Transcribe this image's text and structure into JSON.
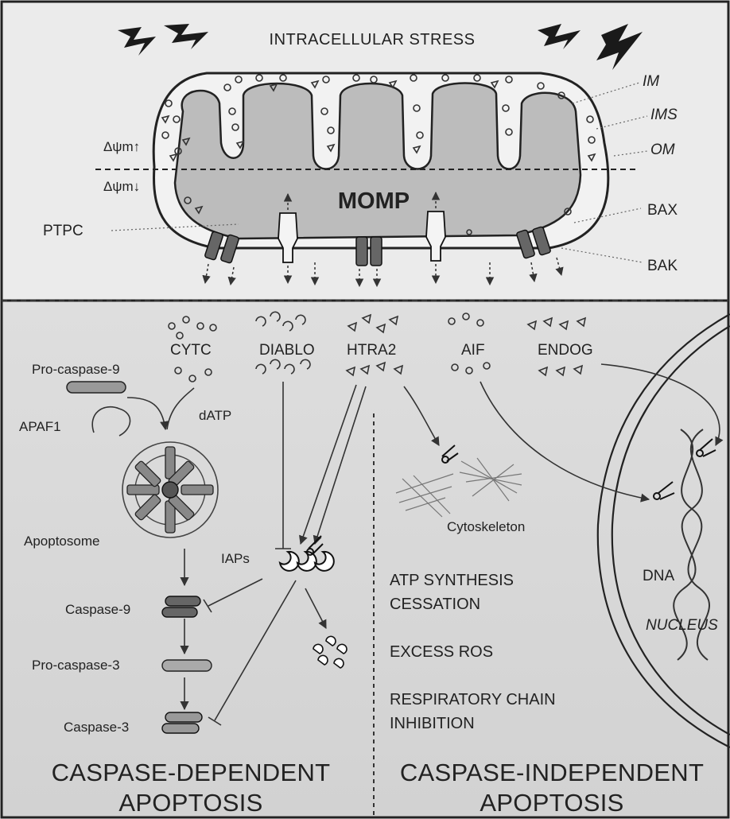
{
  "header": {
    "title": "INTRACELLULAR STRESS"
  },
  "mitochondrion": {
    "membrane_labels": [
      "IM",
      "IMS",
      "OM"
    ],
    "delta_psi_high": "Δψm↑",
    "delta_psi_low": "Δψm↓",
    "momp_label": "MOMP",
    "pore_labels": {
      "ptpc": "PTPC",
      "bax": "BAX",
      "bak": "BAK"
    }
  },
  "released_factors": [
    "CYTC",
    "DIABLO",
    "HTRA2",
    "AIF",
    "ENDOG"
  ],
  "caspase_dependent": {
    "procaspase9": "Pro-caspase-9",
    "apaf1": "APAF1",
    "datp": "dATP",
    "apoptosome": "Apoptosome",
    "iaps": "IAPs",
    "caspase9": "Caspase-9",
    "procaspase3": "Pro-caspase-3",
    "caspase3": "Caspase-3",
    "title_line1": "CASPASE-DEPENDENT",
    "title_line2": "APOPTOSIS"
  },
  "caspase_independent": {
    "cytoskeleton": "Cytoskeleton",
    "effects": [
      "ATP SYNTHESIS",
      "CESSATION",
      "EXCESS ROS",
      "RESPIRATORY CHAIN",
      "INHIBITION"
    ],
    "dna": "DNA",
    "nucleus": "NUCLEUS",
    "title_line1": "CASPASE-INDEPENDENT",
    "title_line2": "APOPTOSIS"
  },
  "colors": {
    "background_top": "#e9e9e9",
    "background_bottom": "#dcdcdc",
    "matrix": "#bdbdbd",
    "ink": "#222222"
  }
}
